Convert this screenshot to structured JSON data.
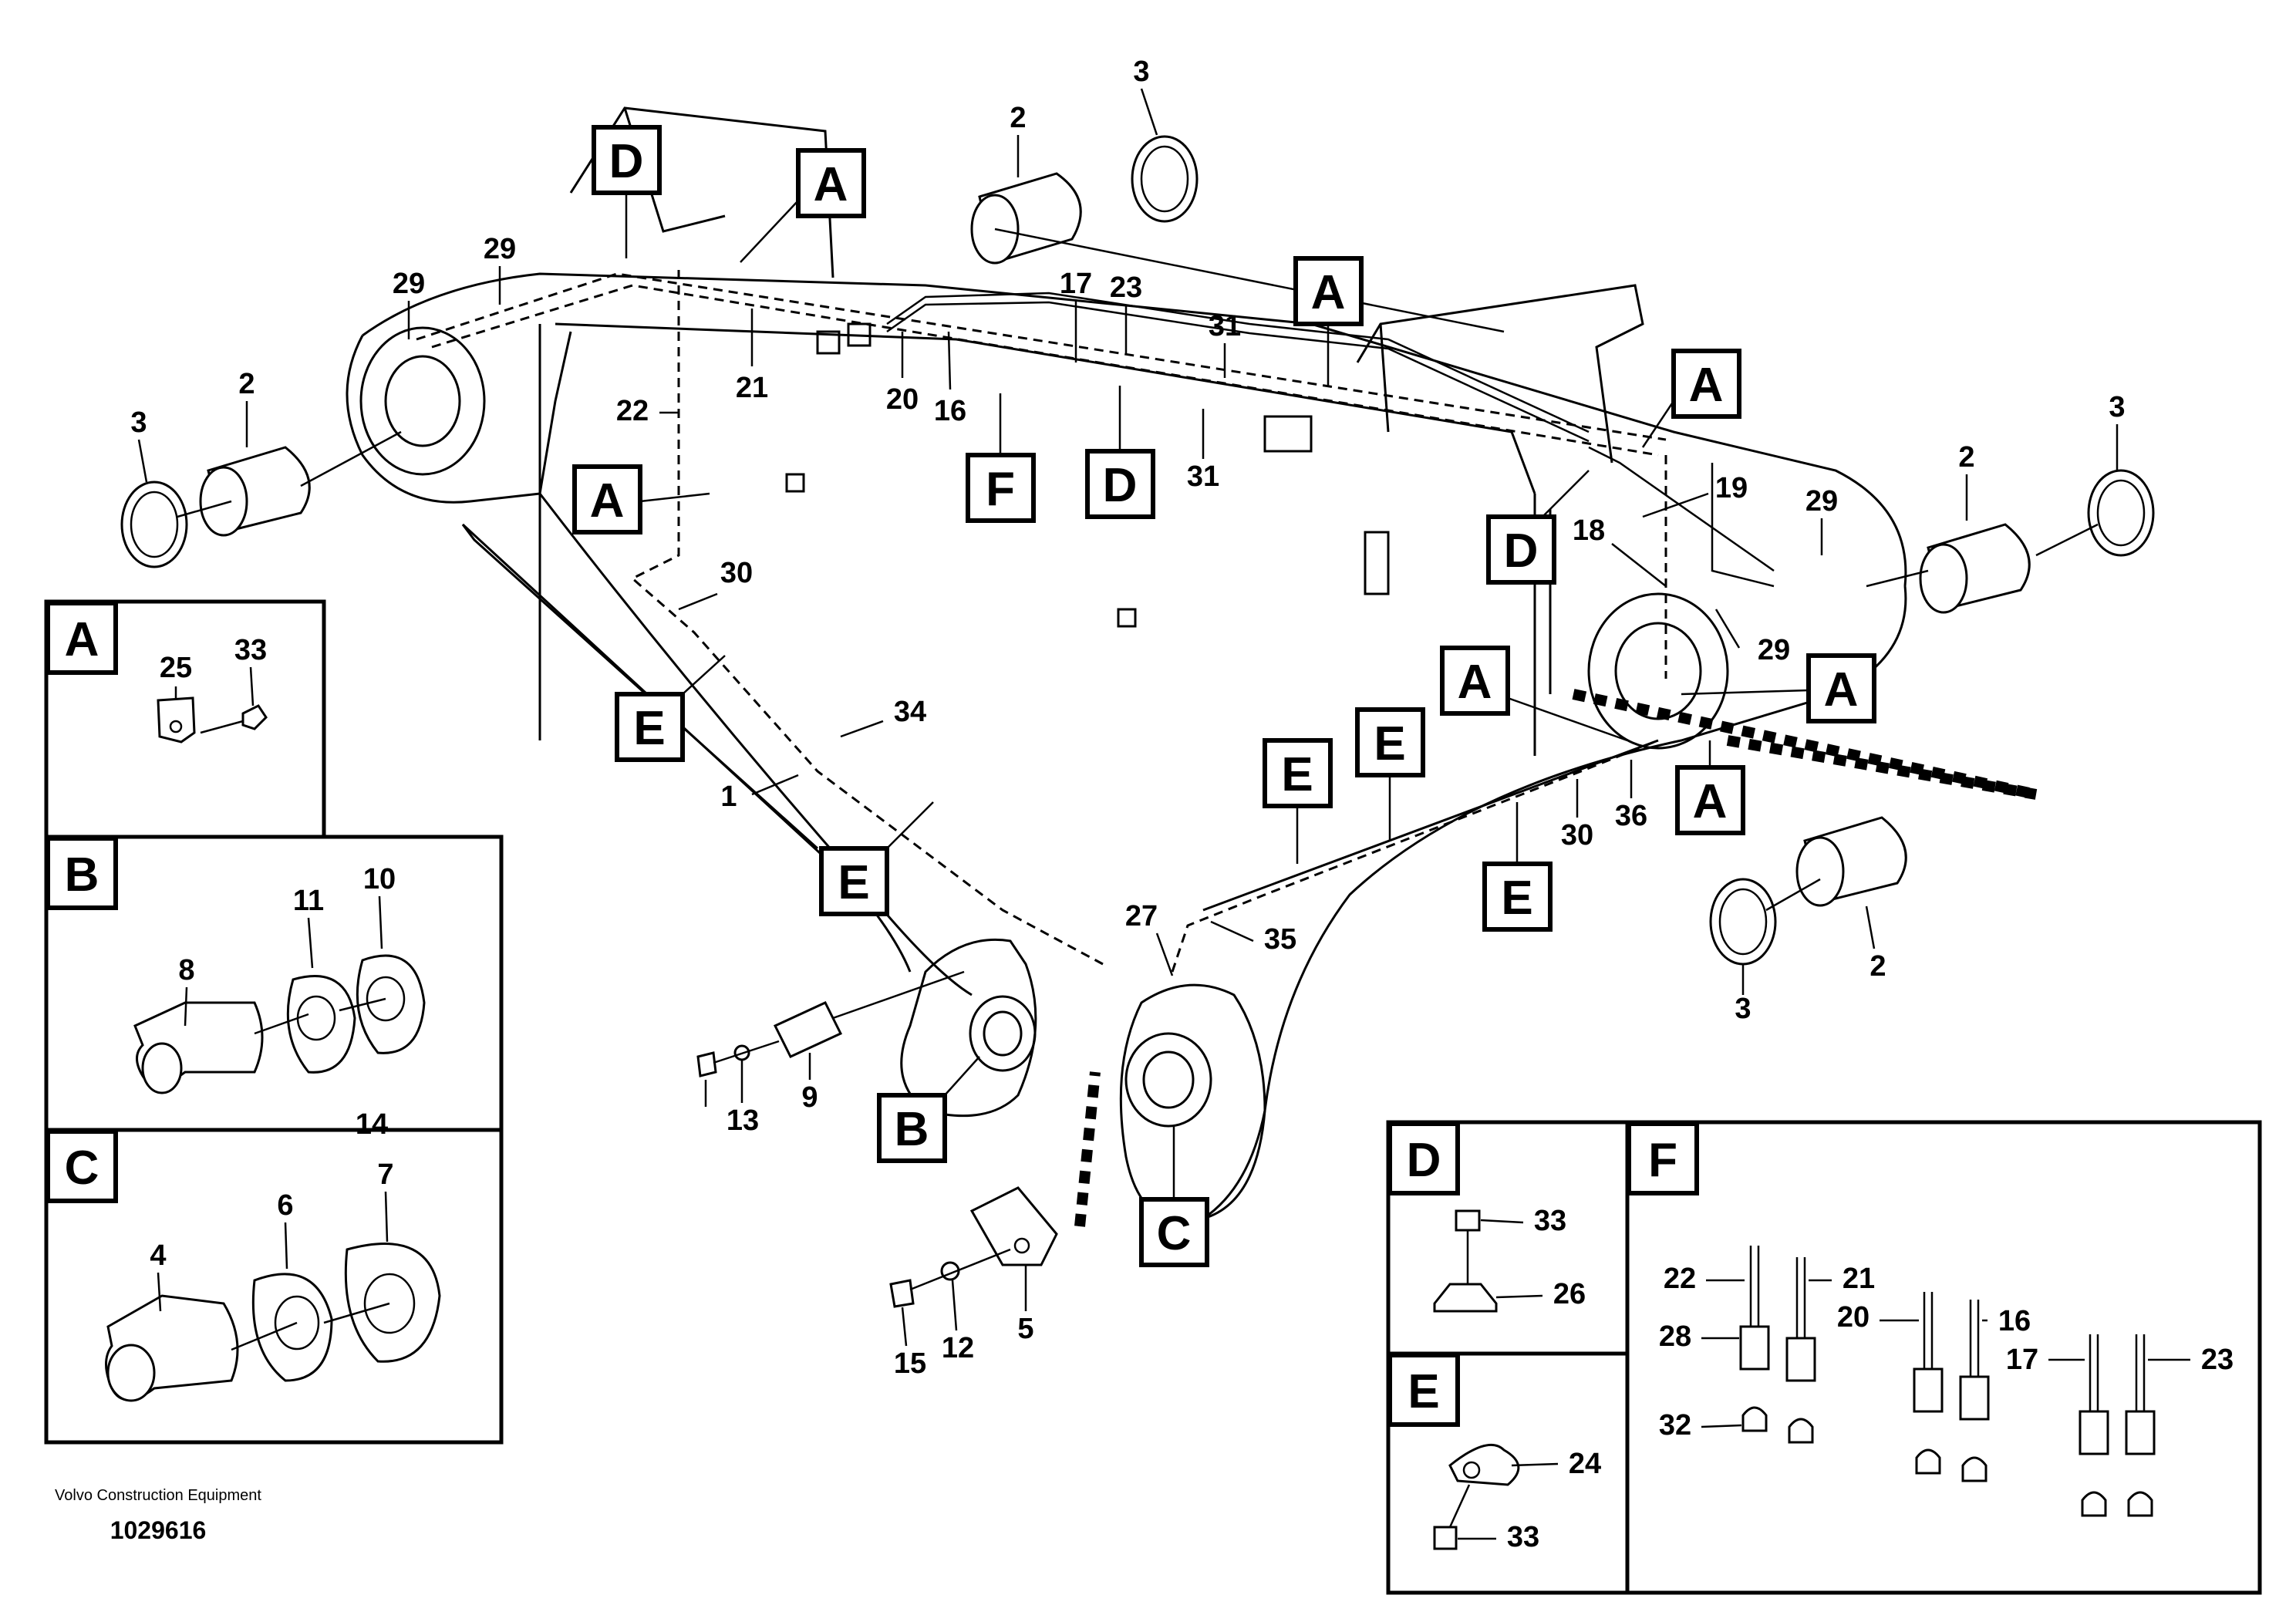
{
  "labels": {
    "n1": "1",
    "n2a": "2",
    "n2b": "2",
    "n2c": "2",
    "n2d": "2",
    "n3a": "3",
    "n3b": "3",
    "n3c": "3",
    "n3d": "3",
    "n4": "4",
    "n5": "5",
    "n6": "6",
    "n7": "7",
    "n8": "8",
    "n9": "9",
    "n10": "10",
    "n11": "11",
    "n12": "12",
    "n13": "13",
    "n14": "14",
    "n15": "15",
    "n16": "16",
    "n16f": "16",
    "n17": "17",
    "n17f": "17",
    "n18": "18",
    "n19": "19",
    "n20": "20",
    "n20f": "20",
    "n21": "21",
    "n21f": "21",
    "n22": "22",
    "n22f": "22",
    "n23": "23",
    "n23f": "23",
    "n24": "24",
    "n25": "25",
    "n26": "26",
    "n27": "27",
    "n28": "28",
    "n29a": "29",
    "n29b": "29",
    "n29c": "29",
    "n29d": "29",
    "n30a": "30",
    "n30b": "30",
    "n31a": "31",
    "n31b": "31",
    "n32": "32",
    "n33a": "33",
    "n33d": "33",
    "n33e": "33",
    "n34": "34",
    "n35": "35",
    "n36": "36"
  },
  "callouts": {
    "A": "A",
    "B": "B",
    "C": "C",
    "D": "D",
    "E": "E",
    "F": "F"
  },
  "footer": {
    "maker": "Volvo Construction Equipment",
    "doc_number": "1029616"
  }
}
